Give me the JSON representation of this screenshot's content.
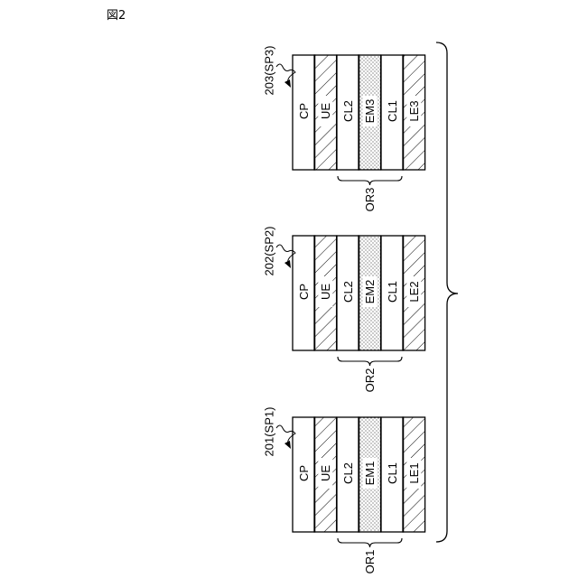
{
  "figure_label": "図2",
  "stacks": [
    {
      "ref": "203(SP3)",
      "layers": [
        {
          "label": "CP",
          "fill": "white"
        },
        {
          "label": "UE",
          "fill": "hatch"
        },
        {
          "label": "CL2",
          "fill": "white"
        },
        {
          "label": "EM3",
          "fill": "dots"
        },
        {
          "label": "CL1",
          "fill": "white"
        },
        {
          "label": "LE3",
          "fill": "hatch"
        }
      ],
      "group_label": "OR3"
    },
    {
      "ref": "202(SP2)",
      "layers": [
        {
          "label": "CP",
          "fill": "white"
        },
        {
          "label": "UE",
          "fill": "hatch"
        },
        {
          "label": "CL2",
          "fill": "white"
        },
        {
          "label": "EM2",
          "fill": "dots"
        },
        {
          "label": "CL1",
          "fill": "white"
        },
        {
          "label": "LE2",
          "fill": "hatch"
        }
      ],
      "group_label": "OR2"
    },
    {
      "ref": "201(SP1)",
      "layers": [
        {
          "label": "CP",
          "fill": "white"
        },
        {
          "label": "UE",
          "fill": "hatch"
        },
        {
          "label": "CL2",
          "fill": "white"
        },
        {
          "label": "EM1",
          "fill": "dots"
        },
        {
          "label": "CL1",
          "fill": "white"
        },
        {
          "label": "LE1",
          "fill": "hatch"
        }
      ],
      "group_label": "OR1"
    }
  ]
}
